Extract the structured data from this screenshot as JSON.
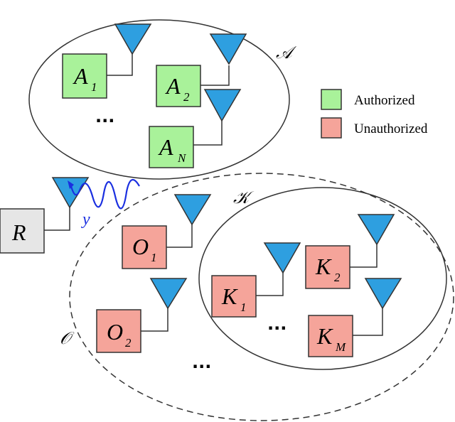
{
  "colors": {
    "authorized_fill": "#a9f29a",
    "unauthorized_fill": "#f5a49a",
    "receiver_fill": "#e6e6e6",
    "antenna_fill": "#2e9fe0",
    "signal_color": "#1a2fe0",
    "stroke": "#333333"
  },
  "sets": {
    "authorized": "𝒜",
    "others": "𝒪",
    "known": "𝒦"
  },
  "receiver": {
    "label": "R"
  },
  "signal": {
    "label": "y"
  },
  "nodes": {
    "a1": {
      "main": "A",
      "sub": "1"
    },
    "a2": {
      "main": "A",
      "sub": "2"
    },
    "an": {
      "main": "A",
      "sub": "N"
    },
    "o1": {
      "main": "O",
      "sub": "1"
    },
    "o2": {
      "main": "O",
      "sub": "2"
    },
    "k1": {
      "main": "K",
      "sub": "1"
    },
    "k2": {
      "main": "K",
      "sub": "2"
    },
    "km": {
      "main": "K",
      "sub": "M"
    }
  },
  "ellipsis": "···",
  "legend": {
    "authorized": "Authorized",
    "unauthorized": "Unauthorized"
  }
}
